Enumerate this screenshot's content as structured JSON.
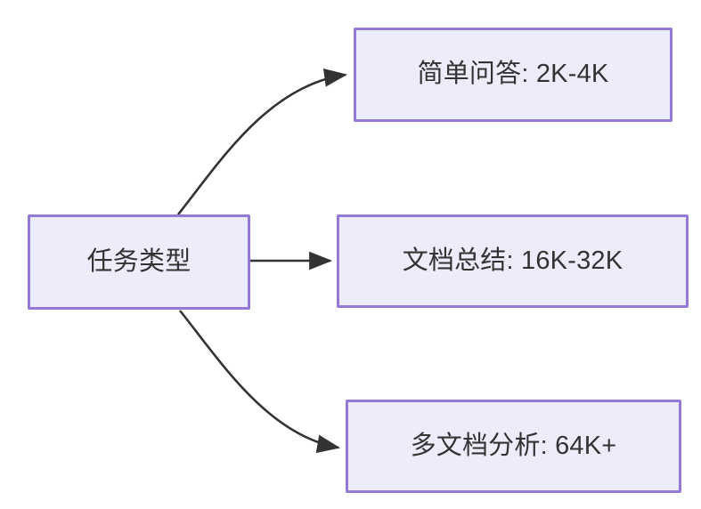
{
  "diagram": {
    "type": "flowchart",
    "direction": "left-to-right",
    "background_color": "#ffffff",
    "node_fill_color": "#ececfa",
    "node_border_color": "#9477d6",
    "node_text_color": "#333333",
    "edge_color": "#333333",
    "nodes": [
      {
        "id": "root",
        "label": "任务类型",
        "role": "source"
      },
      {
        "id": "simple_qa",
        "label": "简单问答: 2K-4K",
        "role": "target"
      },
      {
        "id": "doc_summary",
        "label": "文档总结: 16K-32K",
        "role": "target"
      },
      {
        "id": "multi_doc",
        "label": "多文档分析: 64K+",
        "role": "target"
      }
    ],
    "edges": [
      {
        "from": "root",
        "to": "simple_qa",
        "shape": "curved",
        "arrowhead": "solid-triangle",
        "label": ""
      },
      {
        "from": "root",
        "to": "doc_summary",
        "shape": "straight",
        "arrowhead": "solid-triangle",
        "label": ""
      },
      {
        "from": "root",
        "to": "multi_doc",
        "shape": "curved",
        "arrowhead": "solid-triangle",
        "label": ""
      }
    ]
  }
}
